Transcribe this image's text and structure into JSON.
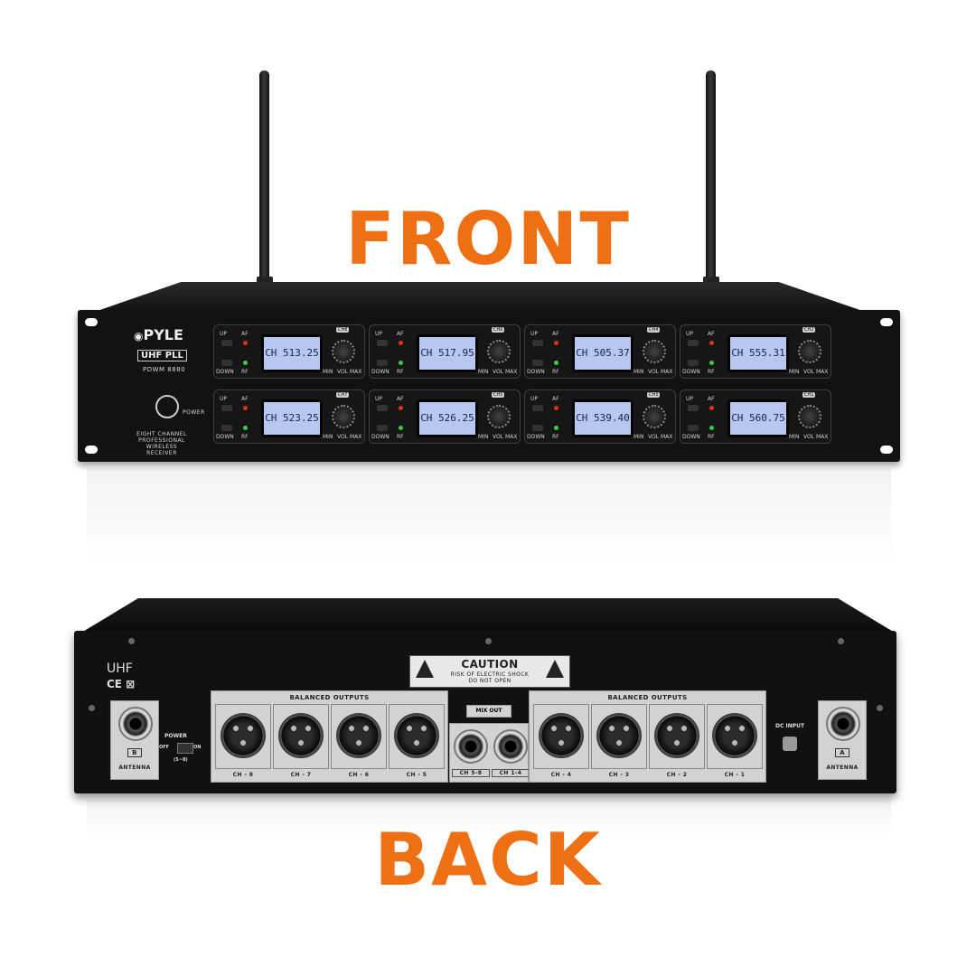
{
  "headings": {
    "front": "FRONT",
    "back": "BACK"
  },
  "front_panel": {
    "brand": "PYLE",
    "uhf_pll": "UHF PLL",
    "model": "PDWM 8880",
    "power_label": "POWER",
    "description": [
      "EIGHT CHANNEL",
      "PROFESSIONAL",
      "WIRELESS RECEIVER"
    ],
    "module_labels": {
      "up": "UP",
      "down": "DOWN",
      "af": "AF",
      "rf": "RF",
      "min": "MIN",
      "vol": "VOL",
      "max": "MAX"
    },
    "modules": [
      {
        "ch": "CH8",
        "lcd": "CH 513.25",
        "af_color": "#e0321c",
        "rf_color": "#34d04a"
      },
      {
        "ch": "CH6",
        "lcd": "CH 517.95",
        "af_color": "#e0321c",
        "rf_color": "#34d04a"
      },
      {
        "ch": "CH4",
        "lcd": "CH 505.37",
        "af_color": "#e0321c",
        "rf_color": "#34d04a"
      },
      {
        "ch": "CH2",
        "lcd": "CH 555.31",
        "af_color": "#e0321c",
        "rf_color": "#34d04a"
      },
      {
        "ch": "CH7",
        "lcd": "CH 523.25",
        "af_color": "#e0321c",
        "rf_color": "#34d04a"
      },
      {
        "ch": "CH5",
        "lcd": "CH 526.25",
        "af_color": "#e0321c",
        "rf_color": "#34d04a"
      },
      {
        "ch": "CH3",
        "lcd": "CH 539.40",
        "af_color": "#e0321c",
        "rf_color": "#34d04a"
      },
      {
        "ch": "CH1",
        "lcd": "CH 560.75",
        "af_color": "#e0321c",
        "rf_color": "#34d04a"
      }
    ]
  },
  "back_panel": {
    "uhf": "UHF",
    "ce": "CE ⊠",
    "caution": "CAUTION",
    "caution_sub1": "RISK OF ELECTRIC SHOCK",
    "caution_sub2": "DO NOT OPEN",
    "balanced_outputs": "BALANCED OUTPUTS",
    "mix_out": "MIX OUT",
    "power": "POWER",
    "off": "OFF",
    "on": "ON",
    "range": "(5~8)",
    "dc_input": "DC INPUT",
    "antenna": "ANTENNA",
    "antenna_b": "B",
    "antenna_a": "A",
    "left_channels": [
      "CH - 8",
      "CH - 7",
      "CH - 6",
      "CH - 5"
    ],
    "right_channels": [
      "CH - 4",
      "CH - 3",
      "CH - 2",
      "CH - 1"
    ],
    "mix_jacks": [
      "CH 5-8",
      "CH 1-4"
    ]
  }
}
